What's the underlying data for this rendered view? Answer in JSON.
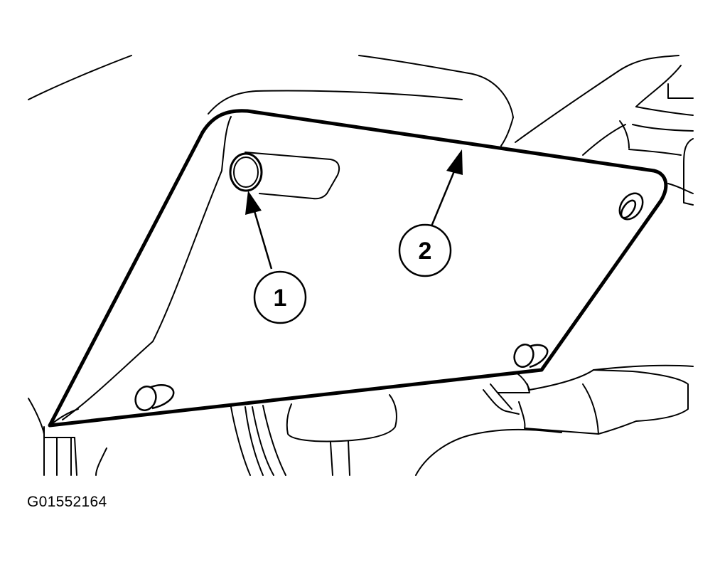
{
  "callouts": [
    {
      "label": "1",
      "target": "fastener-hole"
    },
    {
      "label": "2",
      "target": "panel-cover"
    }
  ],
  "figure_id": "G01552164",
  "colors": {
    "line": "#000000",
    "background": "#ffffff"
  }
}
